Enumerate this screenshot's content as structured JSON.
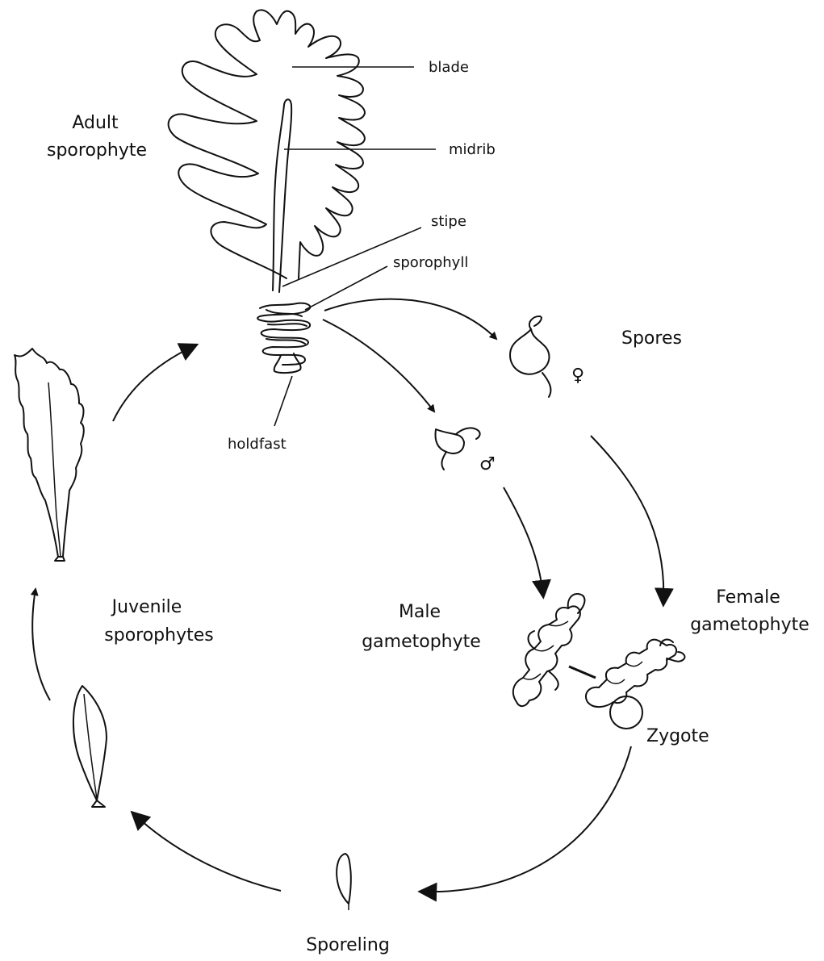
{
  "labels": {
    "adult_sporophyte": [
      "Adult",
      "sporophyte"
    ],
    "blade": "blade",
    "midrib": "midrib",
    "stipe": "stipe",
    "sporophyll": "sporophyll",
    "holdfast": "holdfast",
    "spores": "Spores",
    "female_symbol": "♀",
    "male_symbol": "♂",
    "male_gametophyte": [
      "Male",
      "gametophyte"
    ],
    "female_gametophyte": [
      "Female",
      "gametophyte"
    ],
    "zygote": "Zygote",
    "sporeling": "Sporeling",
    "juvenile_sporophytes": [
      "Juvenile",
      "sporophytes"
    ]
  },
  "colors": {
    "ink": "#111111",
    "background": "#ffffff"
  }
}
